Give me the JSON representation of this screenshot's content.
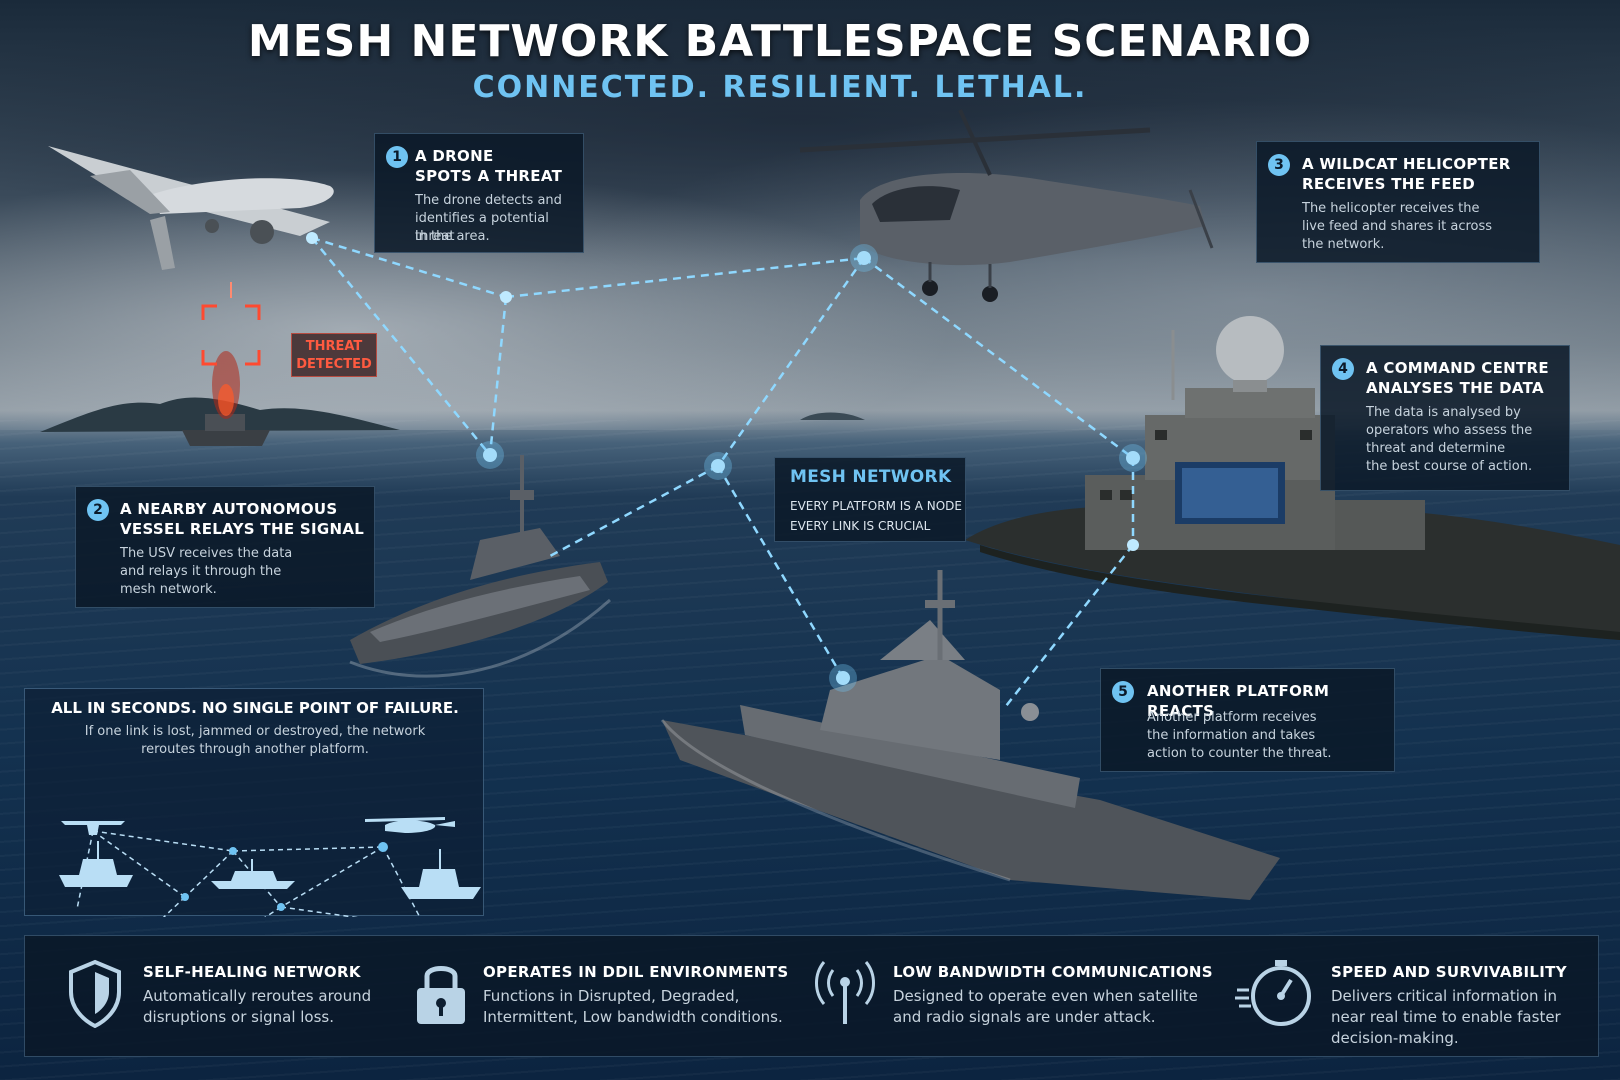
{
  "header": {
    "title": "MESH NETWORK BATTLESPACE SCENARIO",
    "subtitle": "CONNECTED. RESILIENT. LETHAL."
  },
  "steps": [
    {
      "number": "1",
      "title_line1": "A DRONE",
      "title_line2": "SPOTS A THREAT",
      "body": [
        "The drone detects and",
        "identifies a potential threat",
        "in the area."
      ]
    },
    {
      "number": "2",
      "title_line1": "A NEARBY AUTONOMOUS",
      "title_line2": "VESSEL RELAYS THE SIGNAL",
      "body": [
        "The USV receives the data",
        "and relays it through the",
        "mesh network."
      ]
    },
    {
      "number": "3",
      "title_line1": "A WILDCAT HELICOPTER",
      "title_line2": "RECEIVES THE FEED",
      "body": [
        "The helicopter receives the",
        "live feed and shares it across",
        "the network."
      ]
    },
    {
      "number": "4",
      "title_line1": "A COMMAND CENTRE",
      "title_line2": "ANALYSES THE DATA",
      "body": [
        "The data is analysed by",
        "operators who assess the",
        "threat and determine",
        "the best course of action."
      ]
    },
    {
      "number": "5",
      "title_line1": "ANOTHER PLATFORM REACTS",
      "body": [
        "Another platform receives",
        "the information and takes",
        "action to counter the threat."
      ]
    }
  ],
  "threat_label": {
    "line1": "THREAT",
    "line2": "DETECTED"
  },
  "mesh_card": {
    "title": "MESH NETWORK",
    "line1": "EVERY PLATFORM IS A NODE",
    "line2": "EVERY LINK IS CRUCIAL"
  },
  "resilience": {
    "title": "ALL IN SECONDS. NO SINGLE POINT OF FAILURE.",
    "body_line1": "If one link is lost, jammed or destroyed, the network",
    "body_line2": "reroutes through another platform."
  },
  "features": [
    {
      "icon": "shield-icon",
      "title": "SELF-HEALING NETWORK",
      "body": [
        "Automatically reroutes around",
        "disruptions or signal loss."
      ]
    },
    {
      "icon": "padlock-icon",
      "title": "OPERATES IN DDIL ENVIRONMENTS",
      "body": [
        "Functions in Disrupted, Degraded,",
        "Intermittent, Low bandwidth conditions."
      ]
    },
    {
      "icon": "antenna-icon",
      "title": "LOW BANDWIDTH COMMUNICATIONS",
      "body": [
        "Designed to operate even when satellite",
        "and radio signals are under attack."
      ]
    },
    {
      "icon": "stopwatch-icon",
      "title": "SPEED AND SURVIVABILITY",
      "body": [
        "Delivers critical information in",
        "near real time to enable faster",
        "decision-making."
      ]
    }
  ],
  "colors": {
    "accent": "#6fc3f2",
    "threat": "#ff5a40",
    "link": "#8fd8ff"
  }
}
